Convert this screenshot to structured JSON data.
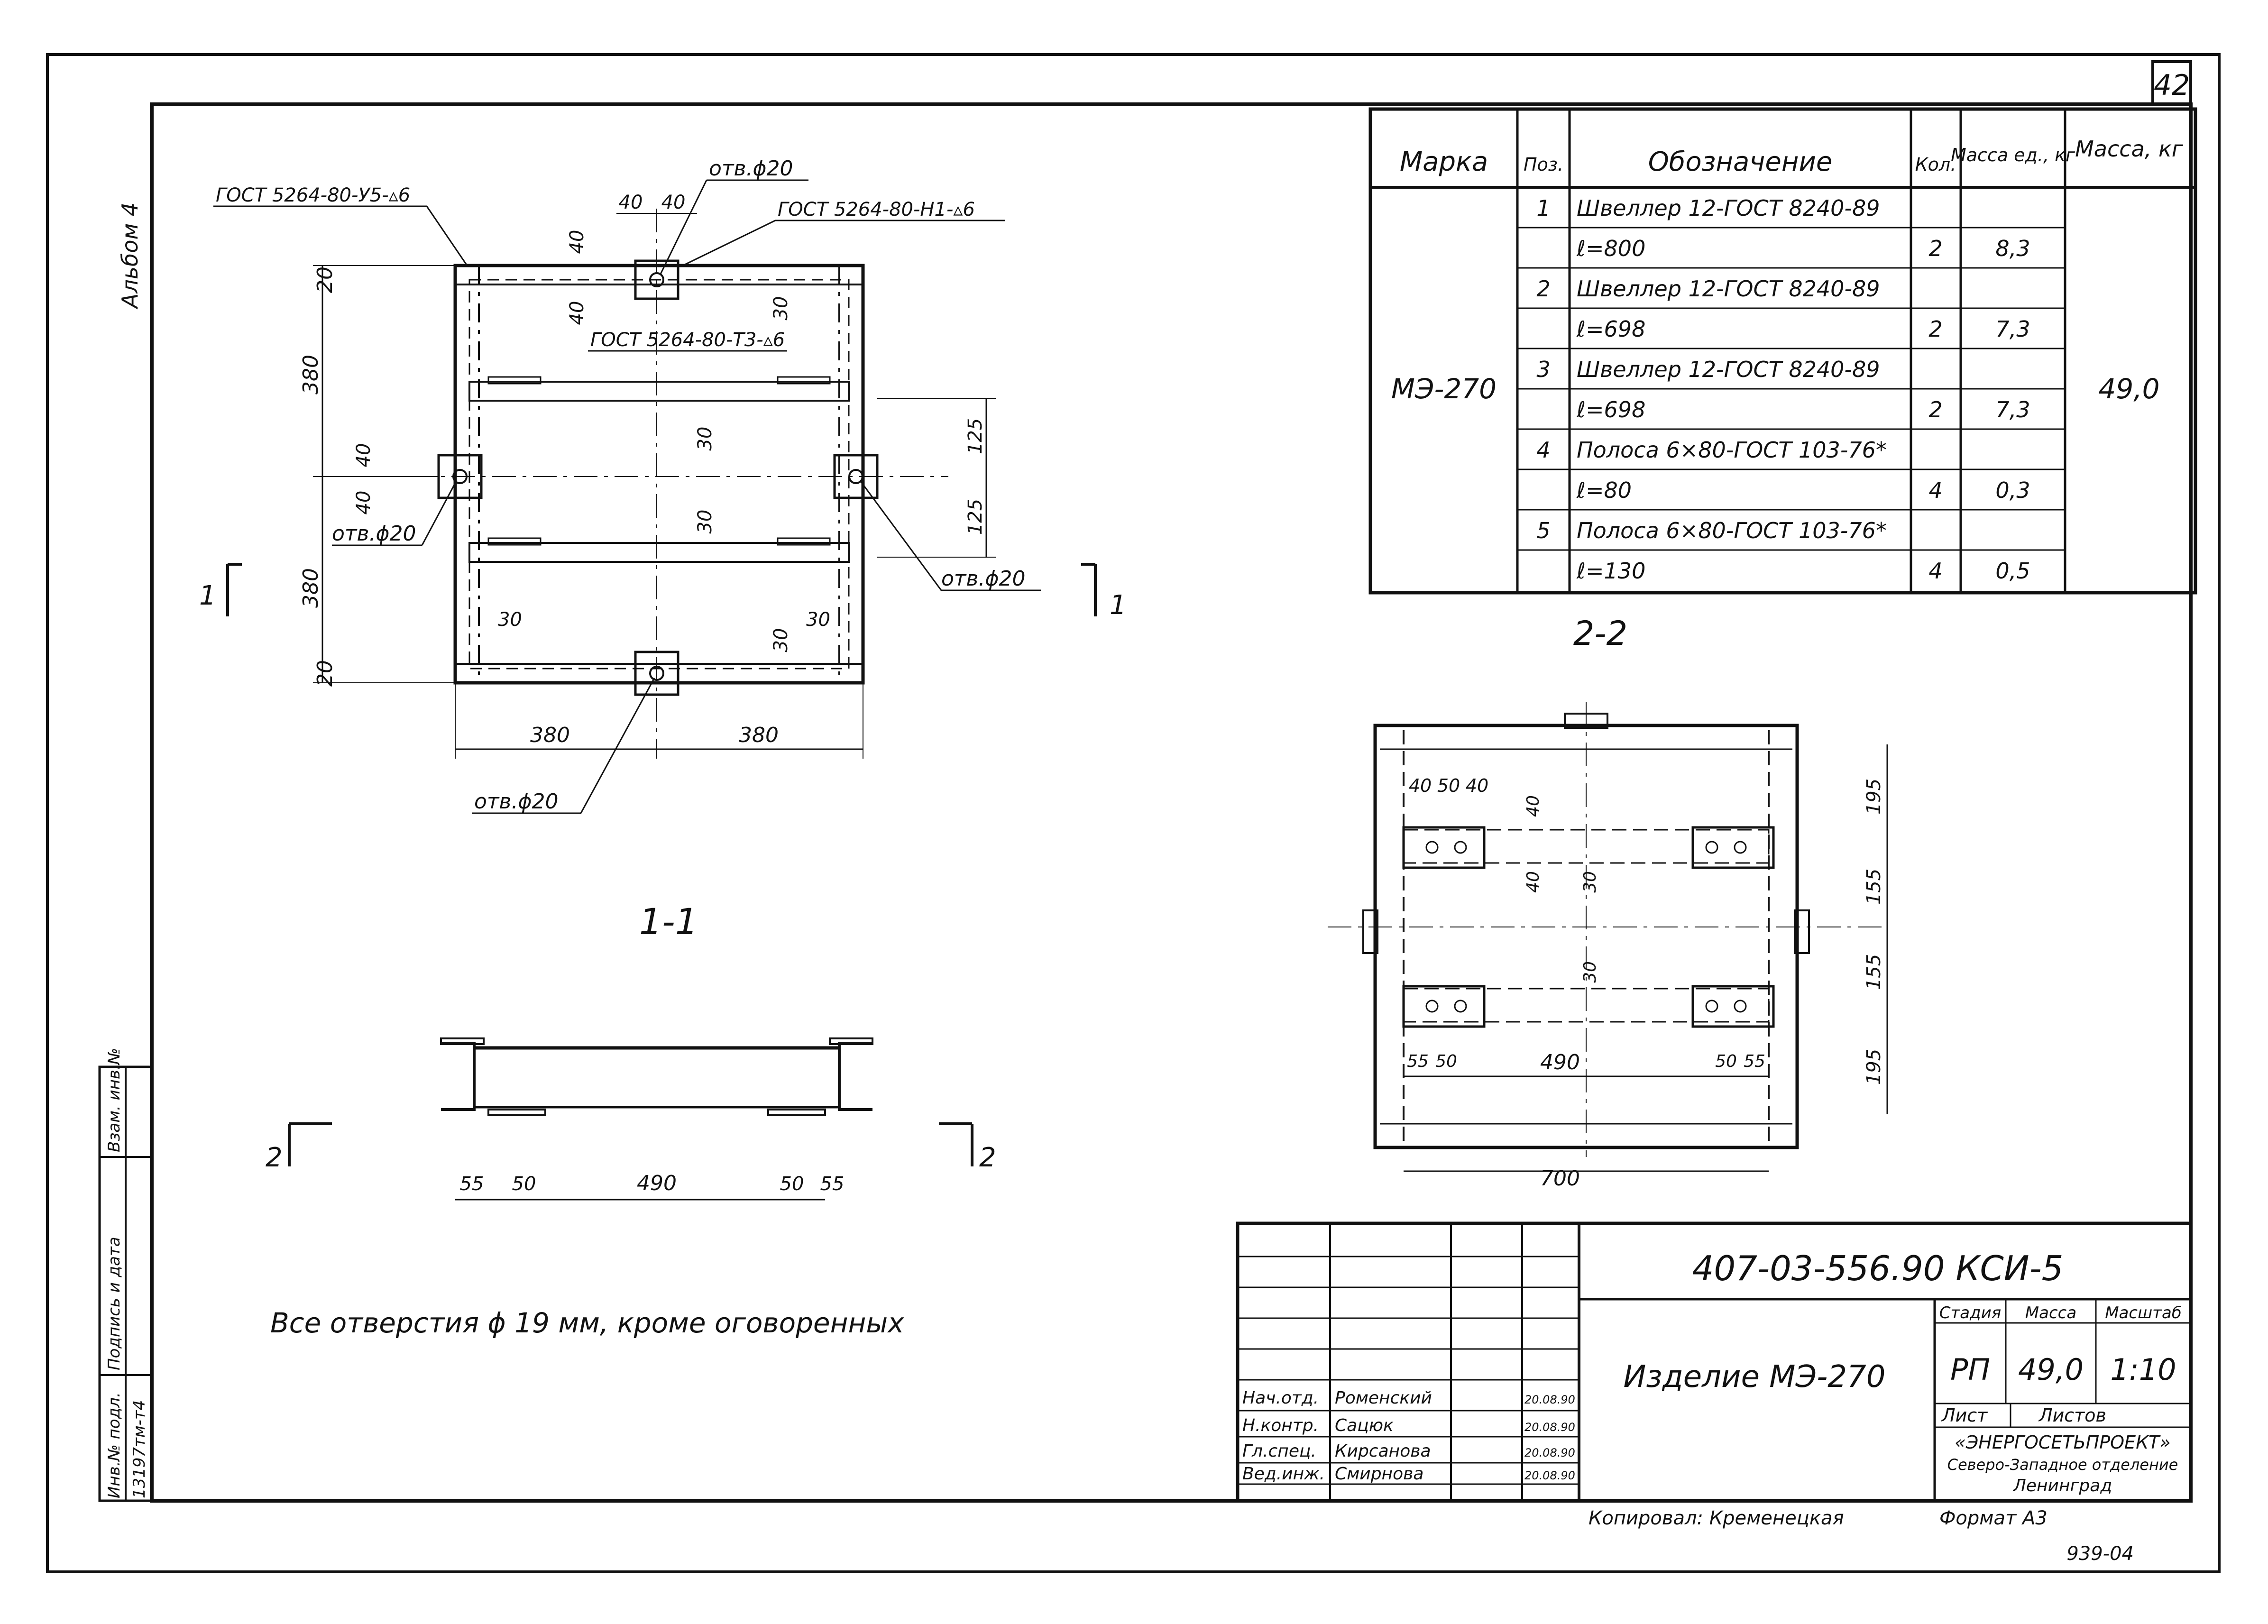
{
  "sheet": {
    "sheet_number": "42",
    "album_label": "Альбом 4",
    "note": "Все отверстия ϕ 19 мм, кроме оговоренных",
    "copied_by": "Копировал: Кременецкая",
    "format": "Формат А3",
    "stamp_code": "939-04"
  },
  "plan_view": {
    "labels": {
      "weld_top_left": "ГОСТ 5264-80-У5-▵6",
      "weld_top_right": "ГОСТ 5264-80-Н1-▵6",
      "weld_mid": "ГОСТ 5264-80-Т3-▵6",
      "hole_top": "отв.ϕ20",
      "hole_left": "отв.ϕ20",
      "hole_right": "отв.ϕ20",
      "hole_bottom": "отв.ϕ20",
      "section_left": "1",
      "section_right": "1"
    },
    "dims": {
      "d20_top": "20",
      "d380_v1": "380",
      "d40_a": "40",
      "d40_b": "40",
      "d380_v2": "380",
      "d20_bottom": "20",
      "d380_h1": "380",
      "d380_h2": "380",
      "d40_t1": "40",
      "d40_t2": "40",
      "d40_t3": "40",
      "d40_t4": "40",
      "d30_a": "30",
      "d30_b": "30",
      "d30_c": "30",
      "d30_d": "30",
      "d30_e": "30",
      "d30_f": "30",
      "d125_a": "125",
      "d125_b": "125"
    }
  },
  "section_1_1": {
    "title": "1-1",
    "dims": {
      "d55_a": "55",
      "d50_a": "50",
      "d490": "490",
      "d50_b": "50",
      "d55_b": "55"
    },
    "cut_left": "2",
    "cut_right": "2"
  },
  "section_2_2": {
    "title": "2-2",
    "dims": {
      "d195_a": "195",
      "d155_a": "155",
      "d155_b": "155",
      "d195_b": "195",
      "d700": "700",
      "d490": "490",
      "d40": "40",
      "d50": "50",
      "d40b": "40",
      "d55_a": "55",
      "d50_a": "50",
      "d50_b": "50",
      "d55_b": "55",
      "d40_v1": "40",
      "d40_v2": "40",
      "d30_a": "30",
      "d30_b": "30"
    }
  },
  "spec_table": {
    "headers": [
      "Марка",
      "Поз.",
      "Обозначение",
      "Кол.",
      "Масса ед., кг",
      "Масса, кг"
    ],
    "mark": "МЭ-270",
    "total_mass": "49,0",
    "rows": [
      {
        "pos": "1",
        "designation": "Швеллер 12-ГОСТ 8240-89",
        "qty": "",
        "unit_mass": ""
      },
      {
        "pos": "",
        "designation": "ℓ=800",
        "qty": "2",
        "unit_mass": "8,3"
      },
      {
        "pos": "2",
        "designation": "Швеллер 12-ГОСТ 8240-89",
        "qty": "",
        "unit_mass": ""
      },
      {
        "pos": "",
        "designation": "ℓ=698",
        "qty": "2",
        "unit_mass": "7,3"
      },
      {
        "pos": "3",
        "designation": "Швеллер 12-ГОСТ 8240-89",
        "qty": "",
        "unit_mass": ""
      },
      {
        "pos": "",
        "designation": "ℓ=698",
        "qty": "2",
        "unit_mass": "7,3"
      },
      {
        "pos": "4",
        "designation": "Полоса 6×80-ГОСТ 103-76*",
        "qty": "",
        "unit_mass": ""
      },
      {
        "pos": "",
        "designation": "ℓ=80",
        "qty": "4",
        "unit_mass": "0,3"
      },
      {
        "pos": "5",
        "designation": "Полоса 6×80-ГОСТ 103-76*",
        "qty": "",
        "unit_mass": ""
      },
      {
        "pos": "",
        "designation": "ℓ=130",
        "qty": "4",
        "unit_mass": "0,5"
      }
    ]
  },
  "title_block": {
    "code": "407-03-556.90 КСИ-5",
    "item_name": "Изделие МЭ-270",
    "stage_label": "Стадия",
    "mass_label": "Масса",
    "scale_label": "Масштаб",
    "stage": "РП",
    "mass": "49,0",
    "scale": "1:10",
    "sheet_label": "Лист",
    "sheets_label": "Листов",
    "org_line1": "«ЭНЕРГОСЕТЬПРОЕКТ»",
    "org_line2": "Северо-Западное отделение",
    "org_line3": "Ленинград",
    "staff": [
      {
        "role": "Нач.отд.",
        "name": "Роменский",
        "date": "20.08.90"
      },
      {
        "role": "Н.контр.",
        "name": "Сацюк",
        "date": "20.08.90"
      },
      {
        "role": "Гл.спец.",
        "name": "Кирсанова",
        "date": "20.08.90"
      },
      {
        "role": "Вед.инж.",
        "name": "Смирнова",
        "date": "20.08.90"
      }
    ]
  },
  "side_stamp": {
    "inv_label": "Инв.№ подл.",
    "sign_label": "Подпись и дата",
    "replace_label": "Взам. инв.№",
    "inv_number": "13197тм-т4"
  }
}
